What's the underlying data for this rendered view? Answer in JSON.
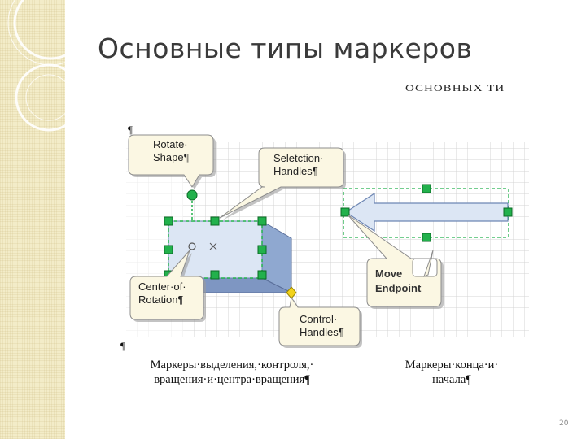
{
  "slide": {
    "title": "Основные типы маркеров",
    "page_number": "20",
    "fragment_text": "ОСНОВНЫХ ТИ"
  },
  "diagram": {
    "pilcrow_top": "¶",
    "pilcrow_bottom": "¶",
    "callouts": {
      "rotate_shape": "Rotate·\nShape¶",
      "selection_handles": "Seletction·\nHandles¶",
      "center_of_rotation": "Center·of·\nRotation¶",
      "control_handles": "Control·\nHandles¶",
      "move_endpoint": "Move\nEndpoint"
    }
  },
  "captions": {
    "left": "Маркеры·выделения,·контроля,·\nвращения·и·центра·вращения¶",
    "right": "Маркеры·конца·и·\nначала¶"
  },
  "colors": {
    "handle_green": "#22b14c",
    "shape_front": "#dce6f4",
    "shape_side": "#8fa8d0",
    "callout_fill": "#fbf7e3",
    "title_text": "#3a3a3a"
  }
}
